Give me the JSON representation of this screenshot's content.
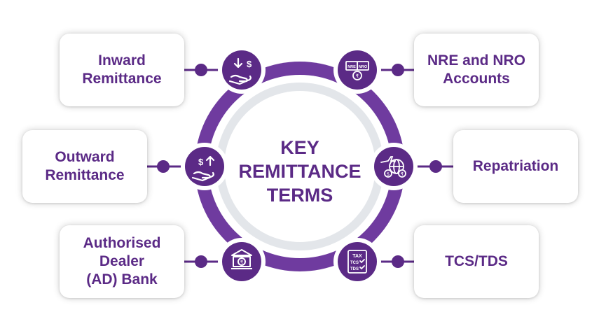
{
  "center": {
    "line1": "KEY",
    "line2": "REMITTANCE",
    "line3": "TERMS"
  },
  "terms": {
    "inward": "Inward\nRemittance",
    "outward": "Outward\nRemittance",
    "ad_bank": "Authorised\nDealer\n(AD) Bank",
    "nre_nro": "NRE and NRO\nAccounts",
    "repatriation": "Repatriation",
    "tcs_tds": "TCS/TDS"
  },
  "icon_text": {
    "nre": "NRE",
    "nro": "NRO",
    "tax": "TAX",
    "tcs": "TCS",
    "tds": "TDS",
    "rupee": "₹",
    "dollar": "$"
  },
  "colors": {
    "primary": "#5b2a86",
    "ring": "#6f3b9f",
    "inner_gray": "#e3e6ea",
    "white": "#ffffff"
  },
  "icons": [
    "receive-money-icon",
    "send-money-icon",
    "bank-icon",
    "bank-accounts-icon",
    "globe-plane-icon",
    "tax-document-icon"
  ]
}
